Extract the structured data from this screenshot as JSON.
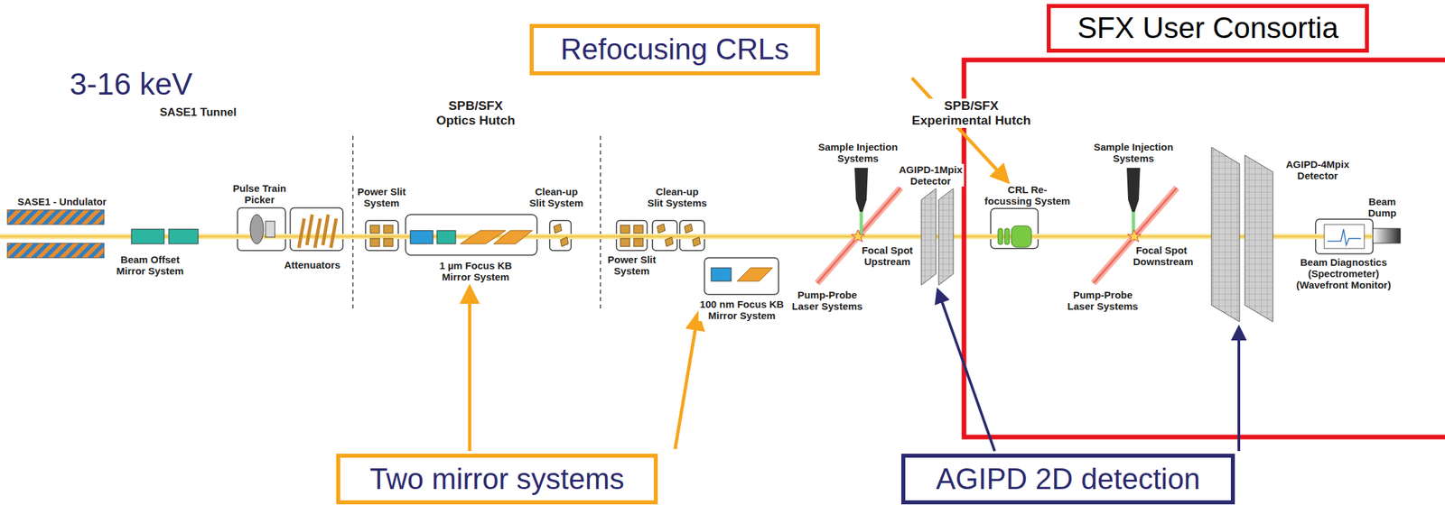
{
  "diagram": {
    "nodes": [
      {
        "text": [
          "SFX User Consortia"
        ]
      },
      {
        "text": [
          "Refocusing CRLs"
        ]
      },
      {
        "text": [
          "Two mirror systems"
        ]
      },
      {
        "text": [
          "AGIPD 2D detection"
        ]
      }
    ],
    "labels": [
      "3-16 keV",
      "SASE1 Tunnel",
      "SPB/SFX Optics Hutch",
      "SPB/SFX Experimental Hutch",
      "SASE1 - Undulator",
      "Pulse Train Picker",
      "Power Slit System",
      "Clean-up Slit System",
      "Clean-up Slit Systems",
      "Beam Offset Mirror System",
      "Attenuators",
      "1 µm Focus KB Mirror System",
      "Power Slit System",
      "100 nm Focus KB Mirror System",
      "Sample Injection Systems",
      "AGIPD-1Mpix Detector",
      "Focal Spot Upstream",
      "Pump-Probe Laser Systems",
      "CRL Re-focussing System",
      "Sample Injection Systems",
      "AGIPD-4Mpix Detector",
      "Focal Spot Downstream",
      "Pump-Probe Laser Systems",
      "Beam Dump",
      "Beam Diagnostics (Spectrometer) (Wavefront Monitor)"
    ]
  }
}
